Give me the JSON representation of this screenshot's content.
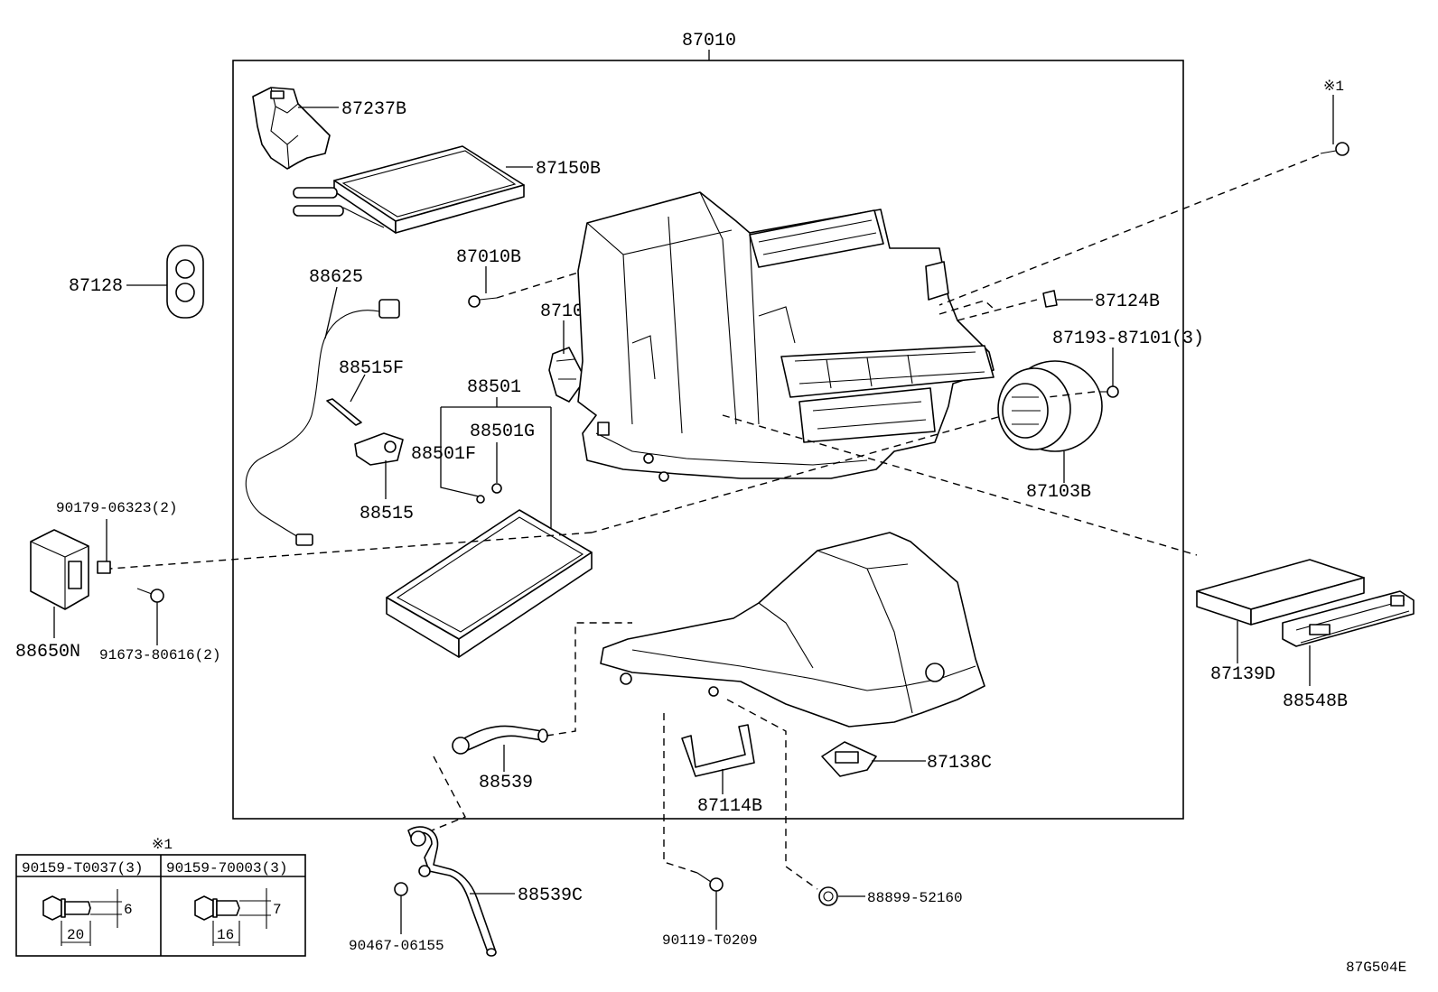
{
  "parts": {
    "p87010": "87010",
    "p87237B": "87237B",
    "p87150B": "87150B",
    "p87128": "87128",
    "p88625": "88625",
    "p87010B": "87010B",
    "p87106N": "87106N",
    "p87124B": "87124B",
    "p87193": "87193-87101(3)",
    "p88515F": "88515F",
    "p88501": "88501",
    "p88501G": "88501G",
    "p88501F": "88501F",
    "p88515": "88515",
    "p87103B": "87103B",
    "p90179": "90179-06323(2)",
    "p88650N": "88650N",
    "p91673": "91673-80616(2)",
    "p87139D": "87139D",
    "p88548B": "88548B",
    "p88539": "88539",
    "p87114B": "87114B",
    "p87138C": "87138C",
    "p88539C": "88539C",
    "p90467": "90467-06155",
    "p90119": "90119-T0209",
    "p88899": "88899-52160",
    "note_mark_top": "※1"
  },
  "table": {
    "mark": "※1",
    "left": {
      "part": "90159-T0037(3)",
      "length": "20",
      "diameter": "6"
    },
    "right": {
      "part": "90159-70003(3)",
      "length": "16",
      "diameter": "7"
    }
  },
  "diagram_code": "87G504E"
}
